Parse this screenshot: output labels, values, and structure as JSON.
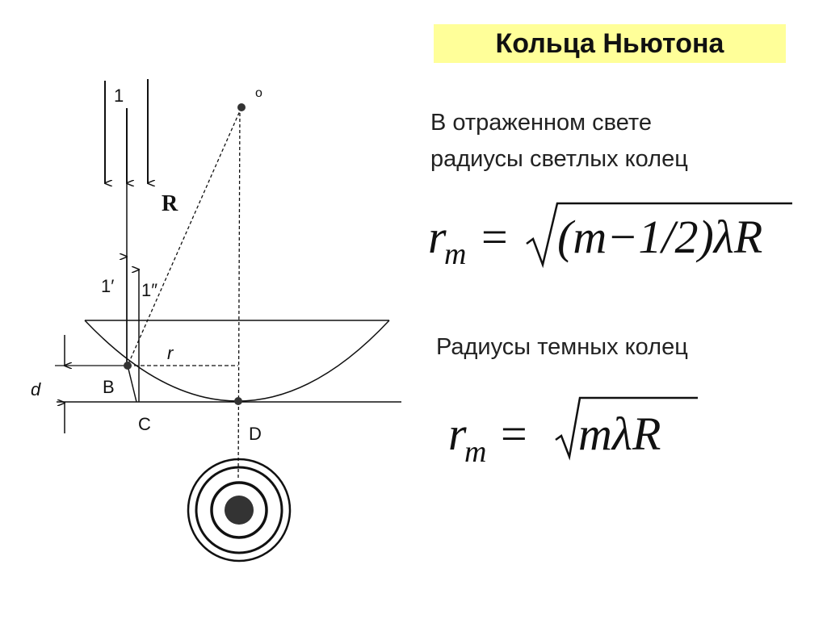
{
  "title": "Кольца Ньютона",
  "text": {
    "line1": "В отраженном свете",
    "line2": "радиусы светлых колец",
    "dark_heading": "Радиусы темных колец"
  },
  "formulas": {
    "bright": {
      "lhs": "r",
      "sub": "m",
      "eq": "=",
      "radicand": "(m−1/2)λR"
    },
    "dark": {
      "lhs": "r",
      "sub": "m",
      "eq": "=",
      "radicand": "mλR"
    }
  },
  "diagram_labels": {
    "ray_in": "1",
    "ray_reflected_1": "1′",
    "ray_reflected_2": "1″",
    "center": "o",
    "radius": "R",
    "r": "r",
    "d": "d",
    "B": "B",
    "C": "C",
    "D": "D"
  },
  "colors": {
    "title_bg": "#ffff99"
  }
}
